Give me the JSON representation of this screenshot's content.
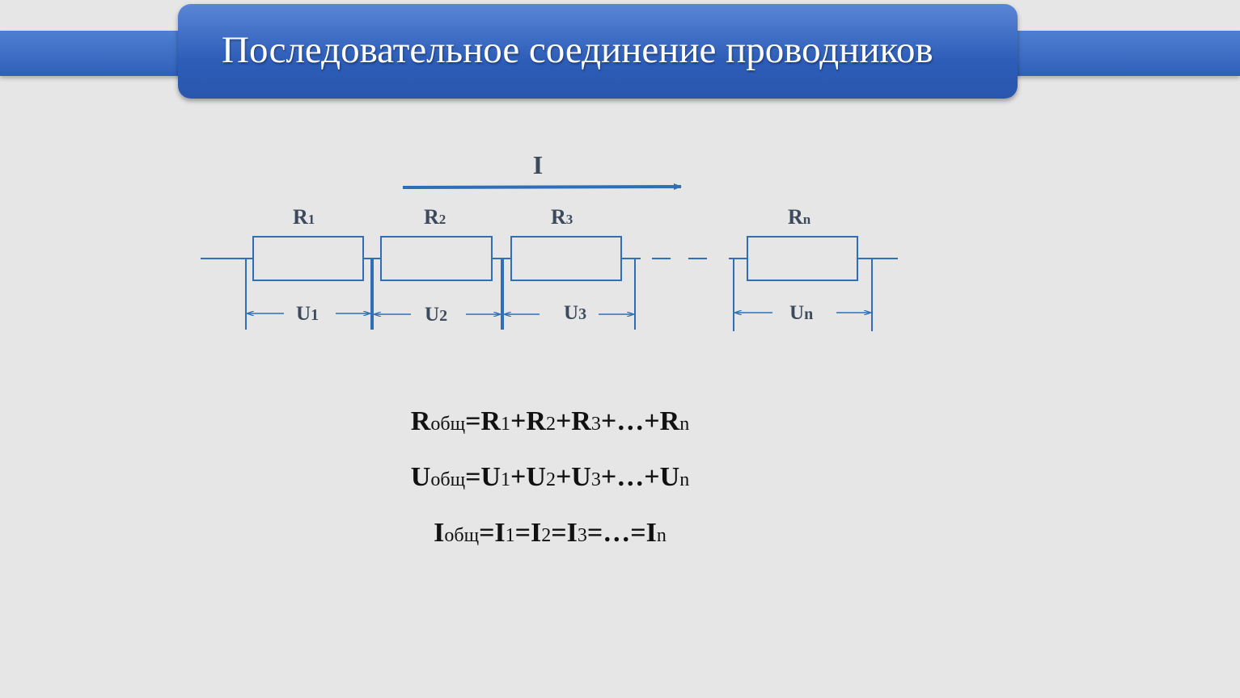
{
  "title": "Последовательное соединение проводников",
  "diagram": {
    "current_label": "I",
    "resistors": [
      {
        "letter": "R",
        "index": "1",
        "voltage_letter": "U",
        "voltage_index": "1"
      },
      {
        "letter": "R",
        "index": "2",
        "voltage_letter": "U",
        "voltage_index": "2"
      },
      {
        "letter": "R",
        "index": "3",
        "voltage_letter": "U",
        "voltage_index": "3"
      },
      {
        "letter": "R",
        "index": "n",
        "voltage_letter": "U",
        "voltage_index": "n"
      }
    ],
    "line_color": "#2f6fb5"
  },
  "formulas": [
    {
      "parts": [
        {
          "t": "R",
          "s": false
        },
        {
          "t": "общ",
          "s": true
        },
        {
          "t": "=R",
          "s": false
        },
        {
          "t": "1",
          "s": true
        },
        {
          "t": "+R",
          "s": false
        },
        {
          "t": "2",
          "s": true
        },
        {
          "t": "+R",
          "s": false
        },
        {
          "t": "3",
          "s": true
        },
        {
          "t": "+…+R",
          "s": false
        },
        {
          "t": "n",
          "s": true
        }
      ]
    },
    {
      "parts": [
        {
          "t": "U",
          "s": false
        },
        {
          "t": "общ",
          "s": true
        },
        {
          "t": "=U",
          "s": false
        },
        {
          "t": "1",
          "s": true
        },
        {
          "t": "+U",
          "s": false
        },
        {
          "t": "2",
          "s": true
        },
        {
          "t": "+U",
          "s": false
        },
        {
          "t": "3",
          "s": true
        },
        {
          "t": "+…+U",
          "s": false
        },
        {
          "t": "n",
          "s": true
        }
      ]
    },
    {
      "parts": [
        {
          "t": "I",
          "s": false
        },
        {
          "t": "общ",
          "s": true
        },
        {
          "t": "=I",
          "s": false
        },
        {
          "t": "1",
          "s": true
        },
        {
          "t": "=I",
          "s": false
        },
        {
          "t": "2",
          "s": true
        },
        {
          "t": "=I",
          "s": false
        },
        {
          "t": "3",
          "s": true
        },
        {
          "t": "=…=I",
          "s": false
        },
        {
          "t": "n",
          "s": true
        }
      ]
    }
  ]
}
